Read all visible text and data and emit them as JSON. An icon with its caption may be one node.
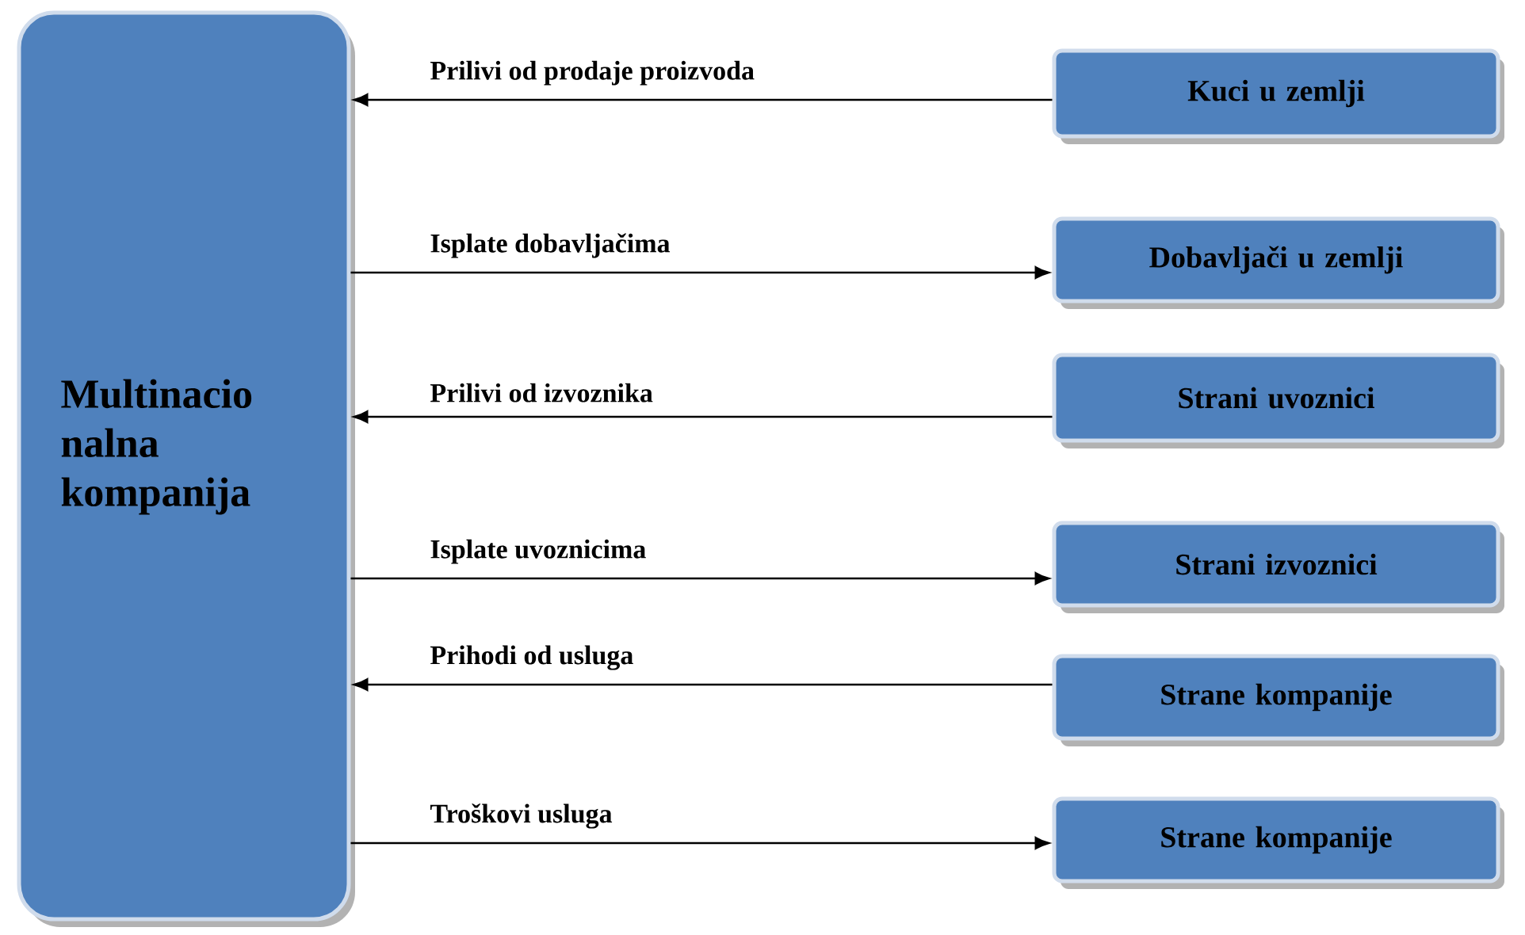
{
  "diagram": {
    "nodes": [
      {
        "text": [
          "Multinacio nalna kompanija"
        ]
      },
      {
        "text": [
          "Kuci u zemlji"
        ]
      },
      {
        "text": [
          "Dobavljači u zemlji"
        ]
      },
      {
        "text": [
          "Strani uvoznici"
        ]
      },
      {
        "text": [
          "Strani izvoznici"
        ]
      },
      {
        "text": [
          "Strane kompanije"
        ]
      },
      {
        "text": [
          "Strane kompanije"
        ]
      }
    ],
    "edges": [
      {
        "from": 1,
        "to": 0,
        "arrow": "to",
        "label": "Prilivi od prodaje proizvoda"
      },
      {
        "from": 0,
        "to": 2,
        "arrow": "to",
        "label": "Isplate dobavljačima"
      },
      {
        "from": 3,
        "to": 0,
        "arrow": "to",
        "label": "Prilivi od izvoznika"
      },
      {
        "from": 0,
        "to": 4,
        "arrow": "to",
        "label": "Isplate uvoznicima"
      },
      {
        "from": 5,
        "to": 0,
        "arrow": "to",
        "label": "Prihodi od usluga"
      },
      {
        "from": 0,
        "to": 6,
        "arrow": "to",
        "label": "Troškovi usluga"
      }
    ]
  }
}
